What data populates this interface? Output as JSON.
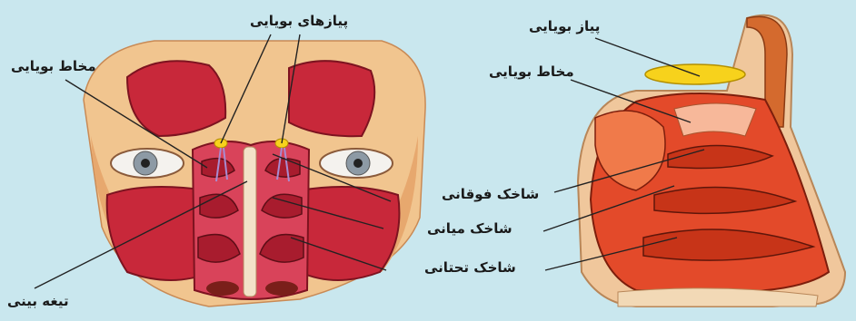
{
  "labels": {
    "olfactory_bulbs": "پیازهای بویایی",
    "olfactory_mucosa_left": "مخاط بویایی",
    "olfactory_bulb_right": "پیاز بویایی",
    "olfactory_mucosa_right": "مخاط بویایی",
    "superior_concha": "شاخک فوقانی",
    "middle_concha": "شاخک میانی",
    "inferior_concha": "شاخک تحتانی",
    "nasal_septum": "تیغه بینی"
  },
  "colors": {
    "background": "#c9e7ee",
    "skin": "#f1c58f",
    "sinus_red": "#c8283a",
    "bulb_yellow": "#f7d21c",
    "leader_line": "#222222"
  }
}
